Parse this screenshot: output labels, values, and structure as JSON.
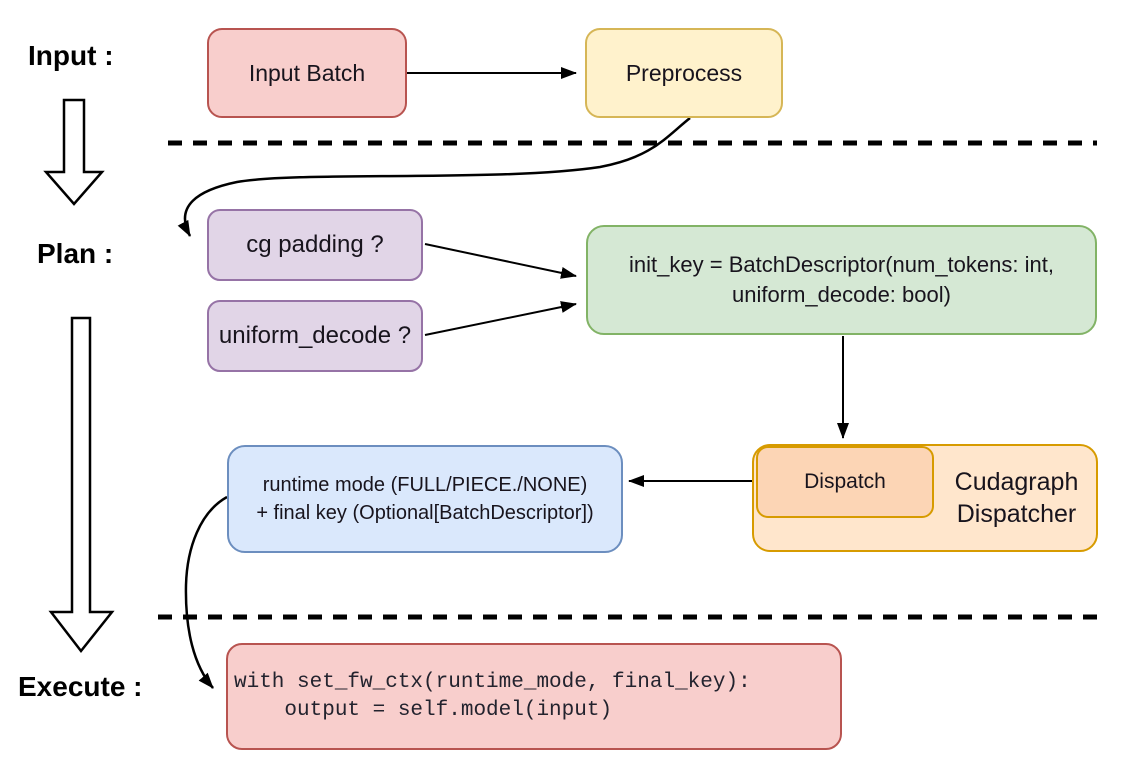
{
  "stage_labels": {
    "input": "Input :",
    "plan": "Plan :",
    "execute": "Execute :"
  },
  "nodes": {
    "input_batch": {
      "label": "Input Batch",
      "fill": "#f8cecc",
      "stroke": "#b85450"
    },
    "preprocess": {
      "label": "Preprocess",
      "fill": "#fff2cc",
      "stroke": "#d6b656"
    },
    "cg_padding": {
      "label": "cg padding ?",
      "fill": "#e1d5e7",
      "stroke": "#9673a6"
    },
    "uniform_decode": {
      "label": "uniform_decode ?",
      "fill": "#e1d5e7",
      "stroke": "#9673a6"
    },
    "init_key": {
      "line1": "init_key = BatchDescriptor(num_tokens: int,",
      "line2": "uniform_decode: bool)",
      "fill": "#d5e8d4",
      "stroke": "#82b366"
    },
    "dispatch": {
      "label": "Dispatch",
      "fill": "#fcd5b5",
      "stroke": "#d79b00"
    },
    "cudagraph_dispatcher": {
      "line1": "Cudagraph",
      "line2": "Dispatcher",
      "fill": "#ffe6cc",
      "stroke": "#d79b00"
    },
    "runtime_mode": {
      "line1": "runtime mode (FULL/PIECE./NONE)",
      "line2": "+ final key (Optional[BatchDescriptor])",
      "fill": "#dae8fc",
      "stroke": "#6c8ebf"
    },
    "execute_code": {
      "line1": "with set_fw_ctx(runtime_mode, final_key):",
      "line2": "    output = self.model(input)",
      "fill": "#f8cecc",
      "stroke": "#b85450"
    }
  },
  "connector_color": "#000000",
  "background": "#ffffff"
}
